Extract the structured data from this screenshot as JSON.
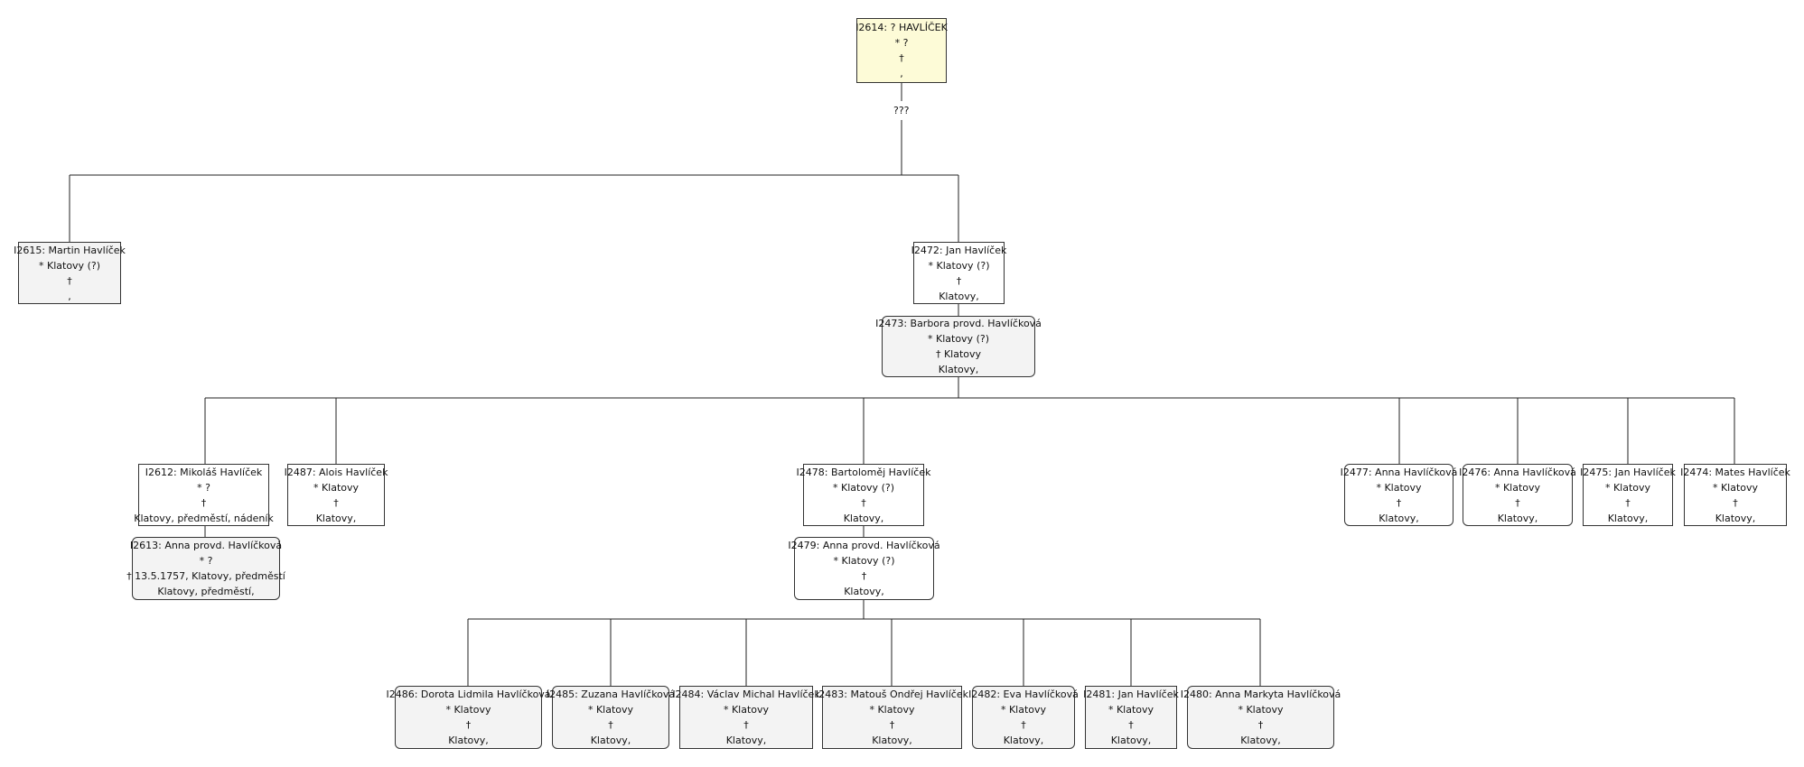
{
  "people": {
    "I2614": {
      "name": "I2614: ? HAVLÍČEK",
      "birth": "* ?",
      "death": "†",
      "extra": ","
    },
    "I2615": {
      "name": "I2615: Martin Havlíček",
      "birth": "* Klatovy (?)",
      "death": "†",
      "extra": ","
    },
    "I2472": {
      "name": "I2472: Jan Havlíček",
      "birth": "* Klatovy (?)",
      "death": "†",
      "extra": "Klatovy,"
    },
    "I2473": {
      "name": "I2473: Barbora provd. Havlíčková",
      "birth": "* Klatovy (?)",
      "death": "† Klatovy",
      "extra": "Klatovy,"
    },
    "I2612": {
      "name": "I2612: Mikoláš Havlíček",
      "birth": "* ?",
      "death": "†",
      "extra": "Klatovy, předměstí, nádeník"
    },
    "I2613": {
      "name": "I2613: Anna provd. Havlíčková",
      "birth": "* ?",
      "death": "† 13.5.1757, Klatovy, předměstí",
      "extra": "Klatovy, předměstí,"
    },
    "I2487": {
      "name": "I2487: Alois Havlíček",
      "birth": "* Klatovy",
      "death": "†",
      "extra": "Klatovy,"
    },
    "I2478": {
      "name": "I2478: Bartoloměj Havlíček",
      "birth": "* Klatovy (?)",
      "death": "†",
      "extra": "Klatovy,"
    },
    "I2479": {
      "name": "I2479: Anna provd. Havlíčková",
      "birth": "* Klatovy (?)",
      "death": "†",
      "extra": "Klatovy,"
    },
    "I2477": {
      "name": "I2477: Anna Havlíčková",
      "birth": "* Klatovy",
      "death": "†",
      "extra": "Klatovy,"
    },
    "I2476": {
      "name": "I2476: Anna Havlíčková",
      "birth": "* Klatovy",
      "death": "†",
      "extra": "Klatovy,"
    },
    "I2475": {
      "name": "I2475: Jan Havlíček",
      "birth": "* Klatovy",
      "death": "†",
      "extra": "Klatovy,"
    },
    "I2474": {
      "name": "I2474: Mates Havlíček",
      "birth": "* Klatovy",
      "death": "†",
      "extra": "Klatovy,"
    },
    "I2486": {
      "name": "I2486: Dorota Lidmila Havlíčková",
      "birth": "* Klatovy",
      "death": "†",
      "extra": "Klatovy,"
    },
    "I2485": {
      "name": "I2485: Zuzana Havlíčková",
      "birth": "* Klatovy",
      "death": "†",
      "extra": "Klatovy,"
    },
    "I2484": {
      "name": "I2484: Václav Michal Havlíček",
      "birth": "* Klatovy",
      "death": "†",
      "extra": "Klatovy,"
    },
    "I2483": {
      "name": "I2483: Matouš Ondřej Havlíček",
      "birth": "* Klatovy",
      "death": "†",
      "extra": "Klatovy,"
    },
    "I2482": {
      "name": "I2482: Eva Havlíčková",
      "birth": "* Klatovy",
      "death": "†",
      "extra": "Klatovy,"
    },
    "I2481": {
      "name": "I2481: Jan Havlíček",
      "birth": "* Klatovy",
      "death": "†",
      "extra": "Klatovy,"
    },
    "I2480": {
      "name": "I2480: Anna Markyta Havlíčková",
      "birth": "* Klatovy",
      "death": "†",
      "extra": "Klatovy,"
    }
  },
  "root_family_label": "???"
}
